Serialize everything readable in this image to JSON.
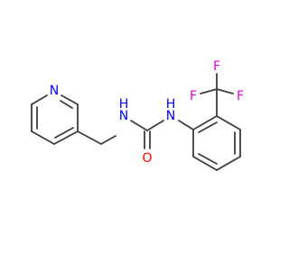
{
  "molecule": {
    "colors": {
      "bond": "#3c3c3c",
      "N": "#0000ff",
      "O": "#ff0000",
      "F": "#e000e0",
      "C": "#3c3c3c"
    },
    "labels": {
      "pyridine_N": "N",
      "amide_NH_left": "N",
      "amide_H_left": "H",
      "amide_NH_right": "N",
      "amide_H_right": "H",
      "carbonyl_O": "O",
      "F_left": "F",
      "F_top": "F",
      "F_right": "F"
    }
  }
}
